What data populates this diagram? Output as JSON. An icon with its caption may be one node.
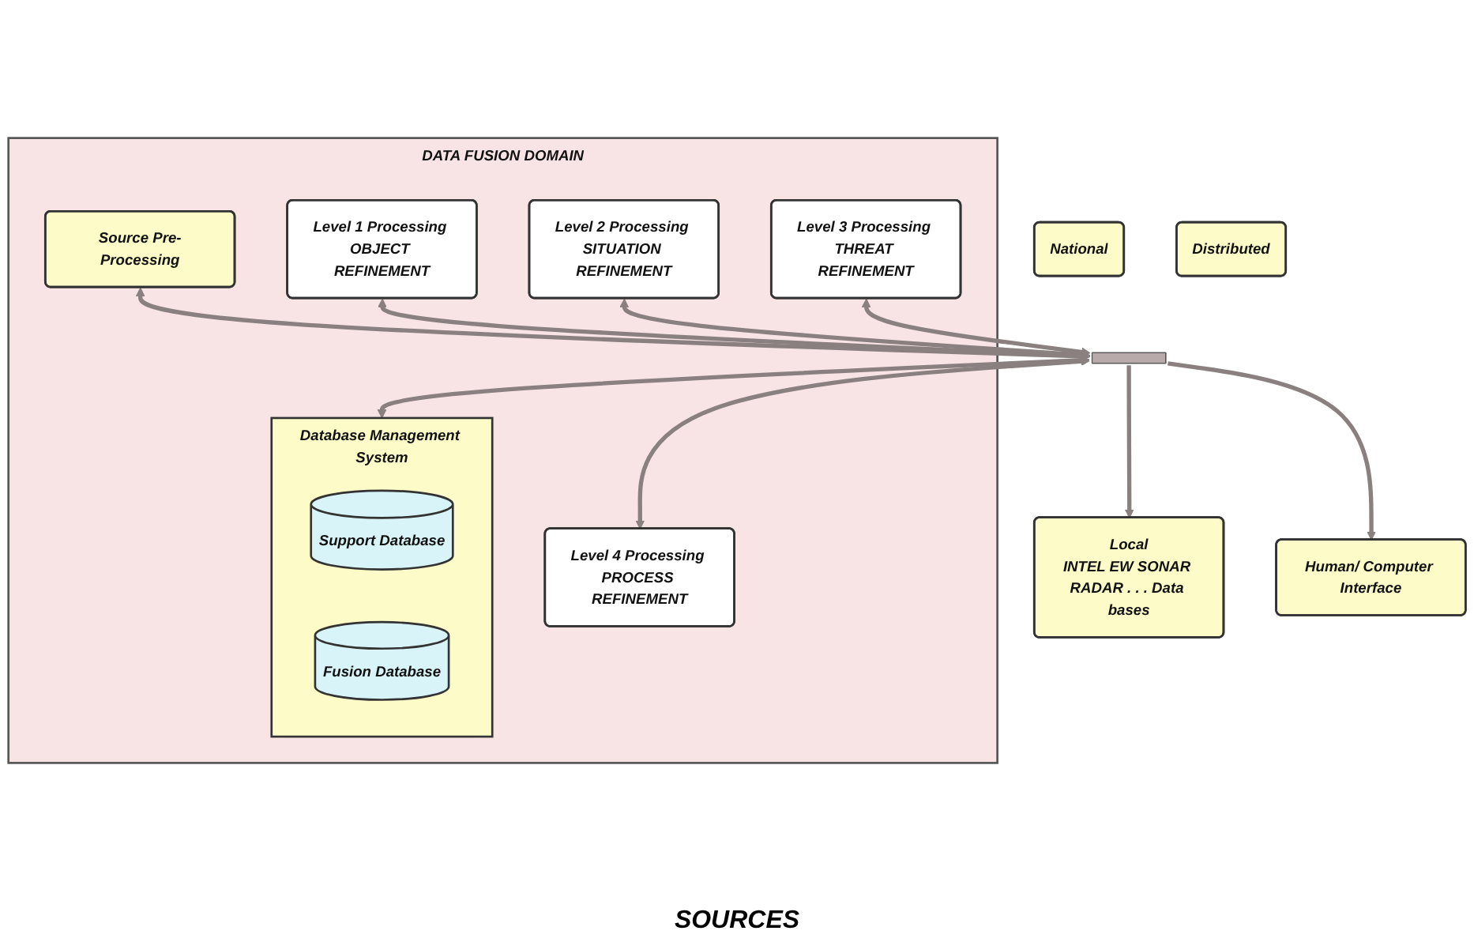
{
  "diagram": {
    "nodes": [
      {
        "text": [
          "National"
        ]
      },
      {
        "text": [
          "Distributed"
        ]
      },
      {
        "text": [
          "Local",
          "INTEL EW SONAR RADAR . . . Data bases"
        ]
      },
      {
        "text": [
          "DATA FUSION DOMAIN"
        ]
      },
      {
        "text": [
          "Source Pre-Processing"
        ],
        "in": 3
      },
      {
        "text": [
          "Level 1 Processing OBJECT REFINEMENT"
        ],
        "in": 3
      },
      {
        "text": [
          "Level 2 Processing SITUATION REFINEMENT"
        ],
        "in": 3
      },
      {
        "text": [
          "Level 3 Processing THREAT REFINEMENT"
        ],
        "in": 3
      },
      {
        "text": [],
        "shape": "bar"
      },
      {
        "text": [
          "Level 4 Processing PROCESS REFINEMENT"
        ],
        "in": 3
      },
      {
        "text": [
          "Database Management System"
        ],
        "in": 3
      },
      {
        "text": [
          "Support Database"
        ],
        "in": 10
      },
      {
        "text": [
          "Fusion Database"
        ],
        "in": 10
      },
      {
        "text": [
          "Human/ Computer Interface"
        ]
      }
    ],
    "edges": [
      {
        "from": 4,
        "to": 8,
        "arrow": "both"
      },
      {
        "from": 5,
        "to": 8,
        "arrow": "both"
      },
      {
        "from": 6,
        "to": 8,
        "arrow": "both"
      },
      {
        "from": 7,
        "to": 8,
        "arrow": "both"
      },
      {
        "from": 8,
        "to": 9,
        "arrow": "both"
      },
      {
        "from": 8,
        "to": 10,
        "arrow": "both"
      },
      {
        "from": 8,
        "to": 2,
        "arrow": "to"
      },
      {
        "from": 8,
        "to": 13,
        "arrow": "to"
      }
    ],
    "labels": [
      "SOURCES"
    ]
  }
}
